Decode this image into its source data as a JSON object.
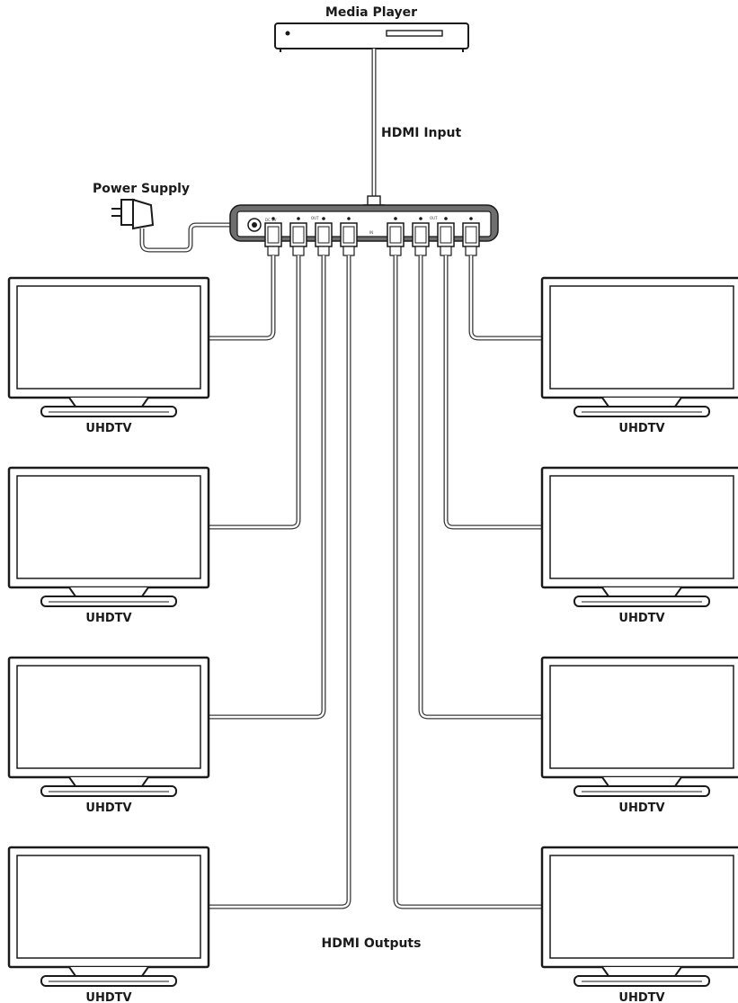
{
  "labels": {
    "media_player": "Media Player",
    "hdmi_input": "HDMI Input",
    "power_supply": "Power Supply",
    "hdmi_outputs": "HDMI Outputs"
  },
  "tvs": [
    {
      "label": "UHDTV"
    },
    {
      "label": "UHDTV"
    },
    {
      "label": "UHDTV"
    },
    {
      "label": "UHDTV"
    },
    {
      "label": "UHDTV"
    },
    {
      "label": "UHDTV"
    },
    {
      "label": "UHDTV"
    },
    {
      "label": "UHDTV"
    }
  ],
  "icons": {
    "media_player": "media-player-icon",
    "power_adapter": "power-adapter-icon",
    "splitter": "hdmi-splitter-icon",
    "tv": "tv-icon"
  },
  "colors": {
    "outline": "#1a1a1a",
    "device_body": "#6e6e6e",
    "cable": "#3a3a3a"
  }
}
